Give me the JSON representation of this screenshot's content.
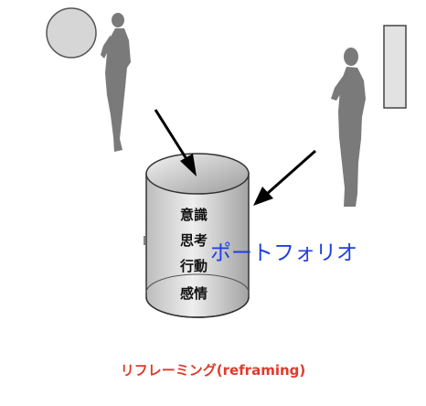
{
  "cylinder": {
    "layers": [
      "意識",
      "思考",
      "行動",
      "感情"
    ]
  },
  "portfolio": {
    "label": "ポートフォリオ",
    "color": "#1f3fe0"
  },
  "caption": {
    "text": "リフレーミング(reframing)",
    "color": "#e03a2b"
  },
  "colors": {
    "figure": "#7a7a7a",
    "circle_fill": "#d6d6d6",
    "frame_fill": "#e2e2e2",
    "cylinder_light": "#e8e8e8",
    "cylinder_dark": "#a6a6a6",
    "arrow": "#000000"
  },
  "icons": [
    "circle-shape",
    "person-silhouette",
    "frame-rectangle",
    "arrow"
  ]
}
